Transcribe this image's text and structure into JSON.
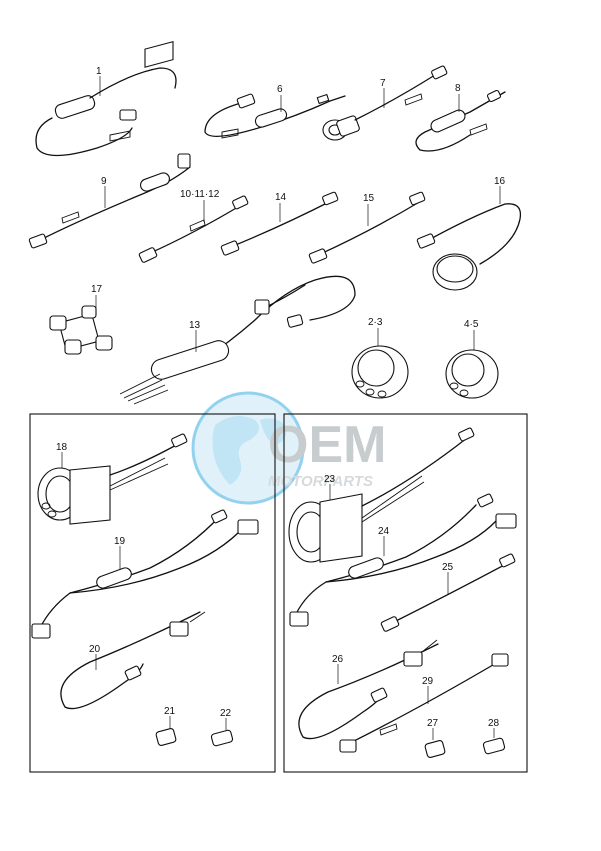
{
  "callouts": {
    "c1": "1",
    "c6": "6",
    "c7": "7",
    "c8": "8",
    "c9": "9",
    "c10_12": "10·11·12",
    "c14": "14",
    "c15": "15",
    "c16": "16",
    "c17": "17",
    "c13": "13",
    "c2_3": "2·3",
    "c4_5": "4·5",
    "c18": "18",
    "c19": "19",
    "c20": "20",
    "c21": "21",
    "c22": "22",
    "c23": "23",
    "c24": "24",
    "c25": "25",
    "c26": "26",
    "c27": "27",
    "c28": "28",
    "c29": "29"
  },
  "watermark": {
    "brand": "OEM",
    "tagline": "MOTORPARTS",
    "color": "#2aa6e0"
  }
}
